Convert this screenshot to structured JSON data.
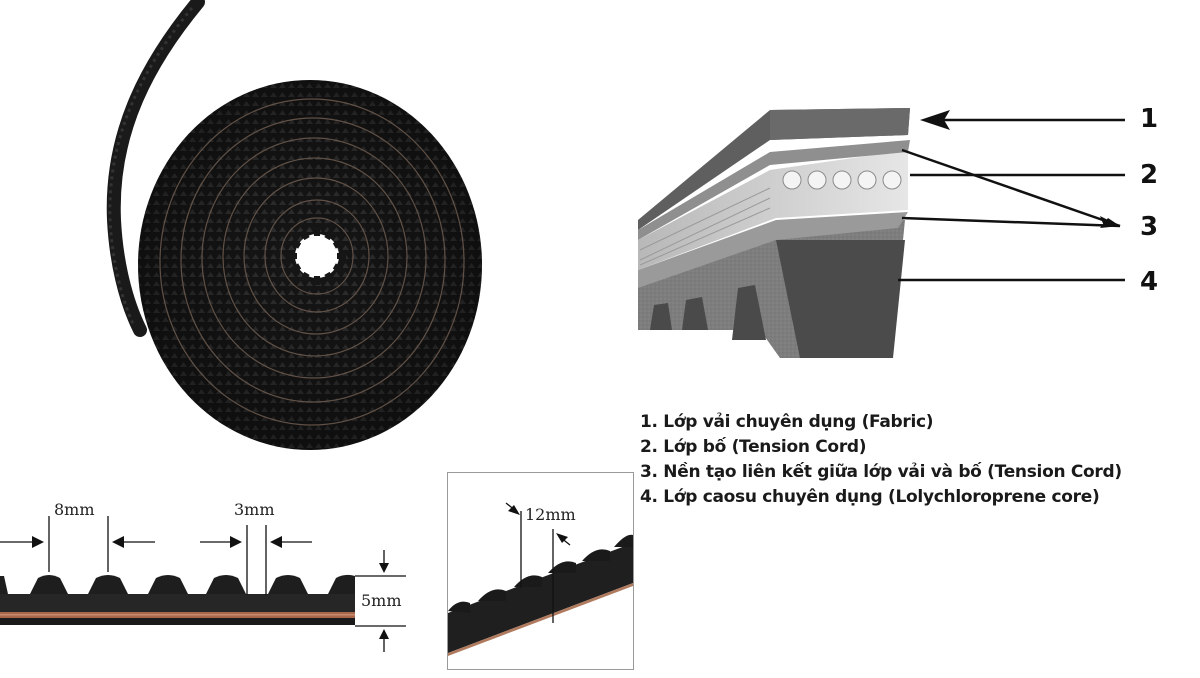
{
  "figure": {
    "coil_photo": {
      "alt": "Coiled black timing belt (roll)"
    },
    "cross_section": {
      "alt": "Belt cross-section with four layers",
      "callouts": [
        {
          "number": "1"
        },
        {
          "number": "2"
        },
        {
          "number": "3"
        },
        {
          "number": "4"
        }
      ]
    },
    "legend": {
      "items": [
        "1. Lớp vải chuyên dụng (Fabric)",
        "2. Lớp bố (Tension Cord)",
        "3. Nền tạo liên kết giữa lớp vải và bố (Tension Cord)",
        "4. Lớp caosu chuyên dụng (Lolychloroprene core)"
      ]
    },
    "profile_dimensions": {
      "pitch": "8mm",
      "tooth_gap": "3mm",
      "height": "5mm"
    },
    "detail_inset": {
      "width": "12mm"
    }
  },
  "colors": {
    "belt_black": "#1c1c1c",
    "fabric_gray": "#5a5a5a",
    "cord_copper": "#a8664a",
    "core_gray": "#7a7a7a"
  }
}
